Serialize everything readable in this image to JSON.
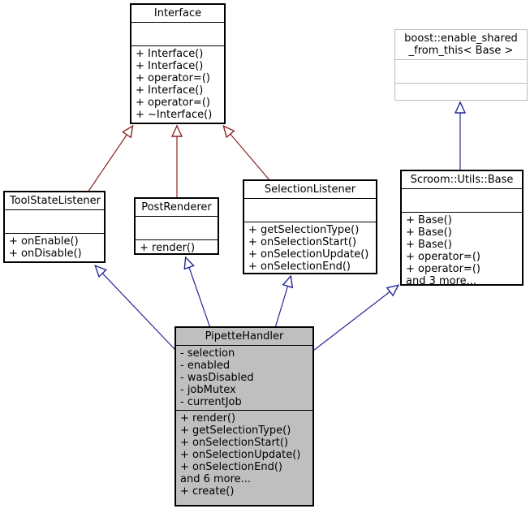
{
  "diagram": {
    "kind": "uml-class-inheritance-graph",
    "colors": {
      "inheritance_red": "#8B2323",
      "inheritance_blue": "#252597",
      "current_node_fill": "#BFBFBF",
      "external_node_border": "#BEBEBE",
      "node_fill": "#FFFFFF",
      "node_border": "#000000"
    },
    "classes": {
      "interface": {
        "title": "Interface",
        "methods": [
          "+ Interface()",
          "+ Interface()",
          "+ operator=()",
          "+ Interface()",
          "+ operator=()",
          "+ ~Interface()"
        ]
      },
      "boost": {
        "title": "boost::enable_shared\n_from_this< Base >",
        "methods": []
      },
      "toolstate": {
        "title": "ToolStateListener",
        "methods": [
          "+ onEnable()",
          "+ onDisable()"
        ]
      },
      "postrenderer": {
        "title": "PostRenderer",
        "methods": [
          "+ render()"
        ]
      },
      "selectionlistener": {
        "title": "SelectionListener",
        "methods": [
          "+ getSelectionType()",
          "+ onSelectionStart()",
          "+ onSelectionUpdate()",
          "+ onSelectionEnd()"
        ]
      },
      "scroombase": {
        "title": "Scroom::Utils::Base",
        "methods": [
          "+ Base()",
          "+ Base()",
          "+ Base()",
          "+ operator=()",
          "+ operator=()",
          "and 3 more..."
        ]
      },
      "pipette": {
        "title": "PipetteHandler",
        "attributes": [
          "- selection",
          "- enabled",
          "- wasDisabled",
          "- jobMutex",
          "- currentJob"
        ],
        "methods": [
          "+ render()",
          "+ getSelectionType()",
          "+ onSelectionStart()",
          "+ onSelectionUpdate()",
          "+ onSelectionEnd()",
          "and 6 more...",
          "+ create()"
        ]
      }
    },
    "edges": [
      {
        "from": "ToolStateListener",
        "to": "Interface",
        "style": "solid",
        "color": "#8B2323"
      },
      {
        "from": "PostRenderer",
        "to": "Interface",
        "style": "solid",
        "color": "#8B2323"
      },
      {
        "from": "SelectionListener",
        "to": "Interface",
        "style": "solid",
        "color": "#8B2323"
      },
      {
        "from": "PipetteHandler",
        "to": "ToolStateListener",
        "style": "solid",
        "color": "#252597"
      },
      {
        "from": "PipetteHandler",
        "to": "PostRenderer",
        "style": "solid",
        "color": "#252597"
      },
      {
        "from": "PipetteHandler",
        "to": "SelectionListener",
        "style": "solid",
        "color": "#252597"
      },
      {
        "from": "PipetteHandler",
        "to": "Scroom::Utils::Base",
        "style": "solid",
        "color": "#252597"
      },
      {
        "from": "Scroom::Utils::Base",
        "to": "boost::enable_shared_from_this< Base >",
        "style": "solid",
        "color": "#252597"
      }
    ]
  }
}
